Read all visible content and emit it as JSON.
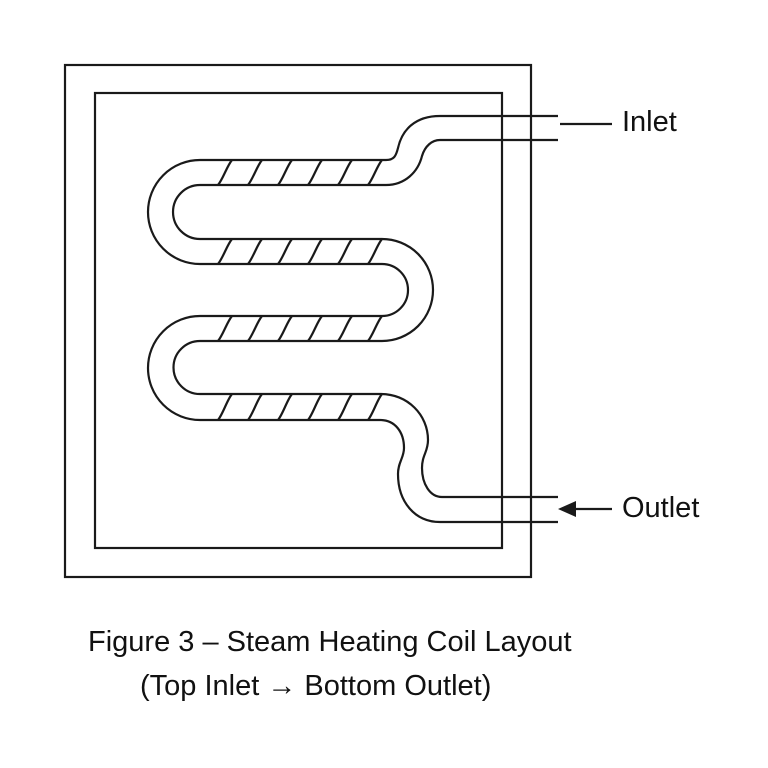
{
  "labels": {
    "inlet": "Inlet",
    "outlet": "Outlet"
  },
  "caption": {
    "line1": "Figure 3 – Steam Heating Coil Layout",
    "line2": "(Top Inlet → Bottom Outlet)"
  },
  "coil": {
    "passes": 4,
    "hatch_marks_per_pass": 6
  },
  "colors": {
    "stroke": "#1a1a1a",
    "background": "#ffffff"
  }
}
